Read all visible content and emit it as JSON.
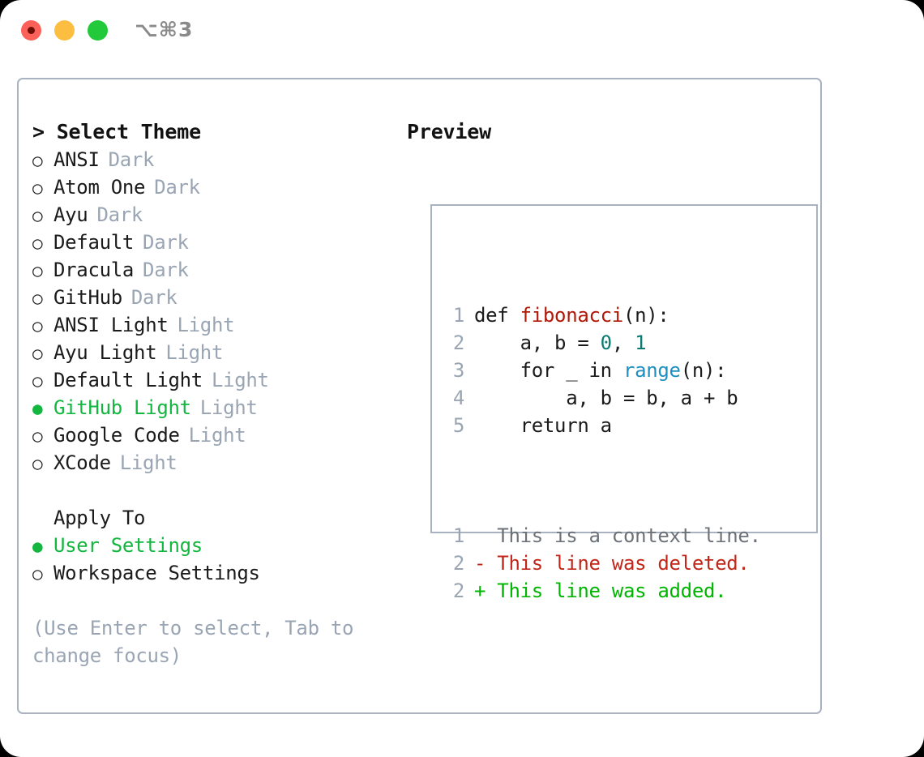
{
  "titlebar": {
    "shortcut": "⌥⌘3",
    "lights": [
      "close-red",
      "minimize-yellow",
      "zoom-green"
    ]
  },
  "left": {
    "heading": "> Select Theme",
    "themes": [
      {
        "marker": "○",
        "label": "ANSI",
        "tag": "Dark",
        "selected": false
      },
      {
        "marker": "○",
        "label": "Atom One",
        "tag": "Dark",
        "selected": false
      },
      {
        "marker": "○",
        "label": "Ayu",
        "tag": "Dark",
        "selected": false
      },
      {
        "marker": "○",
        "label": "Default",
        "tag": "Dark",
        "selected": false
      },
      {
        "marker": "○",
        "label": "Dracula",
        "tag": "Dark",
        "selected": false
      },
      {
        "marker": "○",
        "label": "GitHub",
        "tag": "Dark",
        "selected": false
      },
      {
        "marker": "○",
        "label": "ANSI Light",
        "tag": "Light",
        "selected": false
      },
      {
        "marker": "○",
        "label": "Ayu Light",
        "tag": "Light",
        "selected": false
      },
      {
        "marker": "○",
        "label": "Default Light",
        "tag": "Light",
        "selected": false
      },
      {
        "marker": "●",
        "label": "GitHub Light",
        "tag": "Light",
        "selected": true
      },
      {
        "marker": "○",
        "label": "Google Code",
        "tag": "Light",
        "selected": false
      },
      {
        "marker": "○",
        "label": "XCode",
        "tag": "Light",
        "selected": false
      }
    ],
    "apply_heading": "Apply To",
    "apply_options": [
      {
        "marker": "●",
        "label": "User Settings",
        "selected": true
      },
      {
        "marker": "○",
        "label": "Workspace Settings",
        "selected": false
      }
    ],
    "hint": "(Use Enter to select, Tab to change focus)"
  },
  "right": {
    "heading": "Preview",
    "code_lines": [
      {
        "no": "1",
        "parts": [
          {
            "t": "def ",
            "c": "plain"
          },
          {
            "t": "fibonacci",
            "c": "fn"
          },
          {
            "t": "(n):",
            "c": "plain"
          }
        ]
      },
      {
        "no": "2",
        "parts": [
          {
            "t": "    a, b = ",
            "c": "plain"
          },
          {
            "t": "0",
            "c": "num"
          },
          {
            "t": ", ",
            "c": "plain"
          },
          {
            "t": "1",
            "c": "num"
          }
        ]
      },
      {
        "no": "3",
        "parts": [
          {
            "t": "    for _ in ",
            "c": "plain"
          },
          {
            "t": "range",
            "c": "builtin"
          },
          {
            "t": "(n):",
            "c": "plain"
          }
        ]
      },
      {
        "no": "4",
        "parts": [
          {
            "t": "        a, b = b, a + b",
            "c": "plain"
          }
        ]
      },
      {
        "no": "5",
        "parts": [
          {
            "t": "    return a",
            "c": "plain"
          }
        ]
      }
    ],
    "diff_lines": [
      {
        "no": "1",
        "text": "  This is a context line.",
        "kind": "ctx"
      },
      {
        "no": "2",
        "text": "- This line was deleted.",
        "kind": "del"
      },
      {
        "no": "2",
        "text": "+ This line was added.",
        "kind": "add"
      }
    ]
  },
  "colors": {
    "accent_green": "#13b63f",
    "muted": "#9aa5b4",
    "border": "#a8b2c1",
    "diff_add": "#00b500",
    "diff_del": "#c0271a",
    "token_function": "#b01808",
    "token_number": "#0a7a72",
    "token_builtin": "#1e8fc0"
  }
}
